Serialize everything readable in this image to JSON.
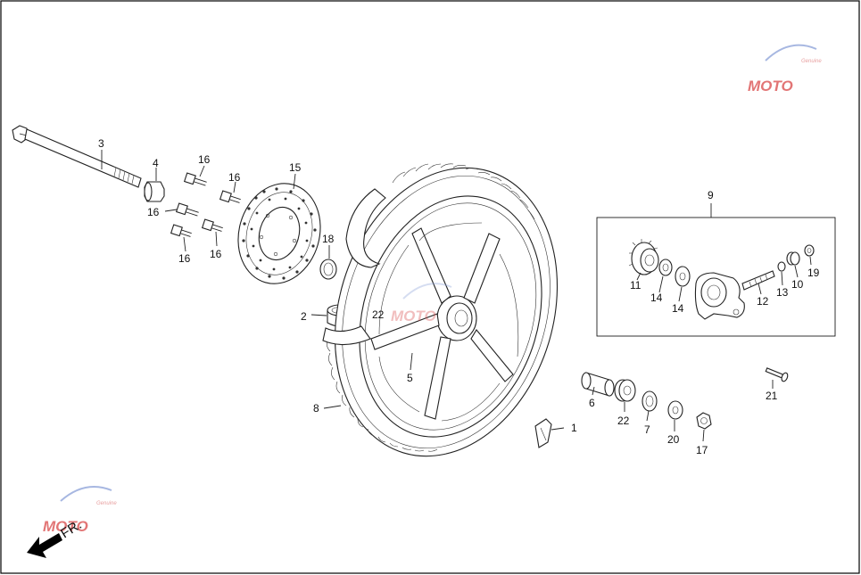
{
  "diagram": {
    "orientation_label": "FR.",
    "watermark": {
      "brand": "MOTO",
      "sub": "Genuine"
    },
    "parts": [
      {
        "id": "p1",
        "label": "1"
      },
      {
        "id": "p2",
        "label": "2"
      },
      {
        "id": "p3",
        "label": "3"
      },
      {
        "id": "p4",
        "label": "4"
      },
      {
        "id": "p5",
        "label": "5"
      },
      {
        "id": "p6",
        "label": "6"
      },
      {
        "id": "p7",
        "label": "7"
      },
      {
        "id": "p8",
        "label": "8"
      },
      {
        "id": "p9",
        "label": "9"
      },
      {
        "id": "p10",
        "label": "10"
      },
      {
        "id": "p11",
        "label": "11"
      },
      {
        "id": "p12",
        "label": "12"
      },
      {
        "id": "p13",
        "label": "13"
      },
      {
        "id": "p14a",
        "label": "14"
      },
      {
        "id": "p14b",
        "label": "14"
      },
      {
        "id": "p15",
        "label": "15"
      },
      {
        "id": "p16a",
        "label": "16"
      },
      {
        "id": "p16b",
        "label": "16"
      },
      {
        "id": "p16c",
        "label": "16"
      },
      {
        "id": "p16d",
        "label": "16"
      },
      {
        "id": "p16e",
        "label": "16"
      },
      {
        "id": "p17",
        "label": "17"
      },
      {
        "id": "p18",
        "label": "18"
      },
      {
        "id": "p19",
        "label": "19"
      },
      {
        "id": "p20",
        "label": "20"
      },
      {
        "id": "p21",
        "label": "21"
      },
      {
        "id": "p22a",
        "label": "22"
      },
      {
        "id": "p22b",
        "label": "22"
      }
    ]
  }
}
